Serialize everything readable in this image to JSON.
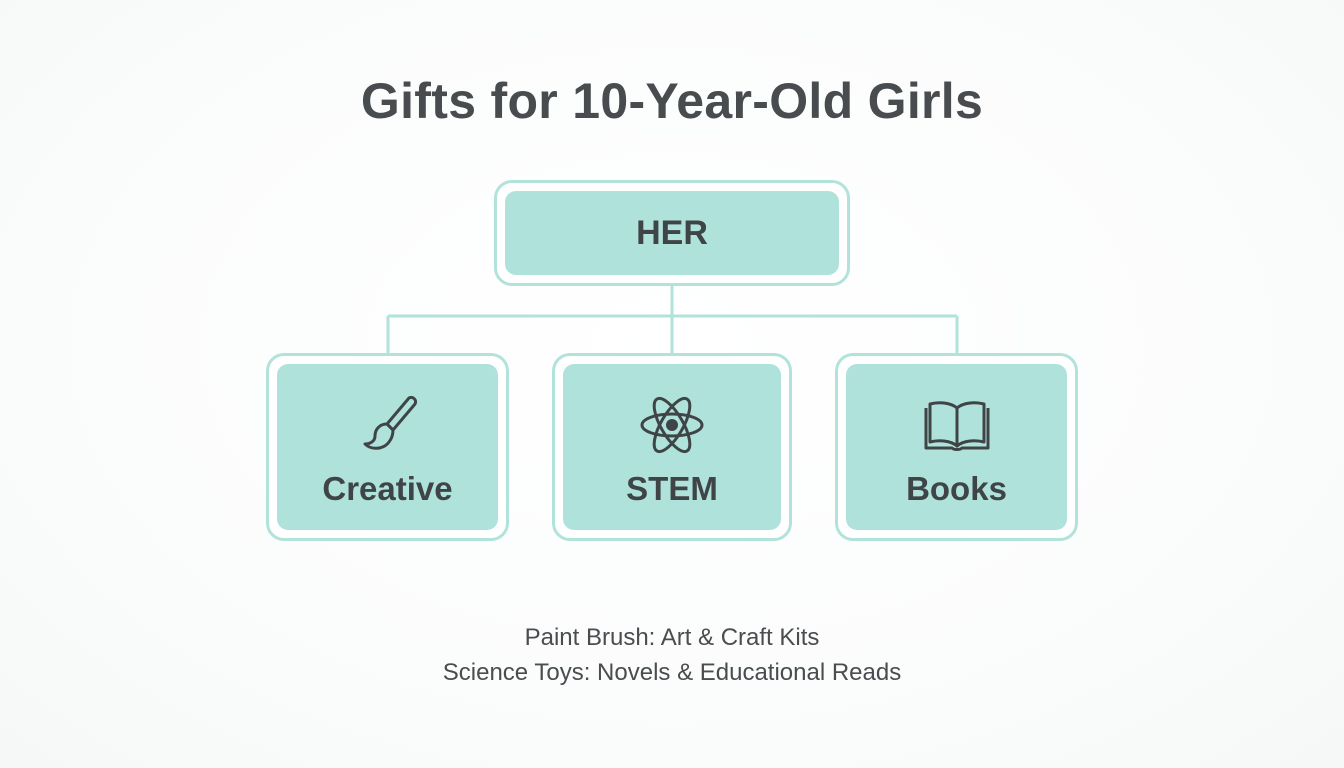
{
  "title": "Gifts for 10-Year-Old Girls",
  "root": {
    "label": "HER"
  },
  "categories": [
    {
      "label": "Creative",
      "icon": "paint-brush-icon"
    },
    {
      "label": "STEM",
      "icon": "atom-icon"
    },
    {
      "label": "Books",
      "icon": "open-book-icon"
    }
  ],
  "captions": [
    "Paint Brush: Art & Craft Kits",
    "Science Toys: Novels & Educational Reads"
  ],
  "colors": {
    "node_fill": "#afe2da",
    "node_border": "#b2e3db",
    "connector": "#b2e3db",
    "text": "#3f4547"
  }
}
